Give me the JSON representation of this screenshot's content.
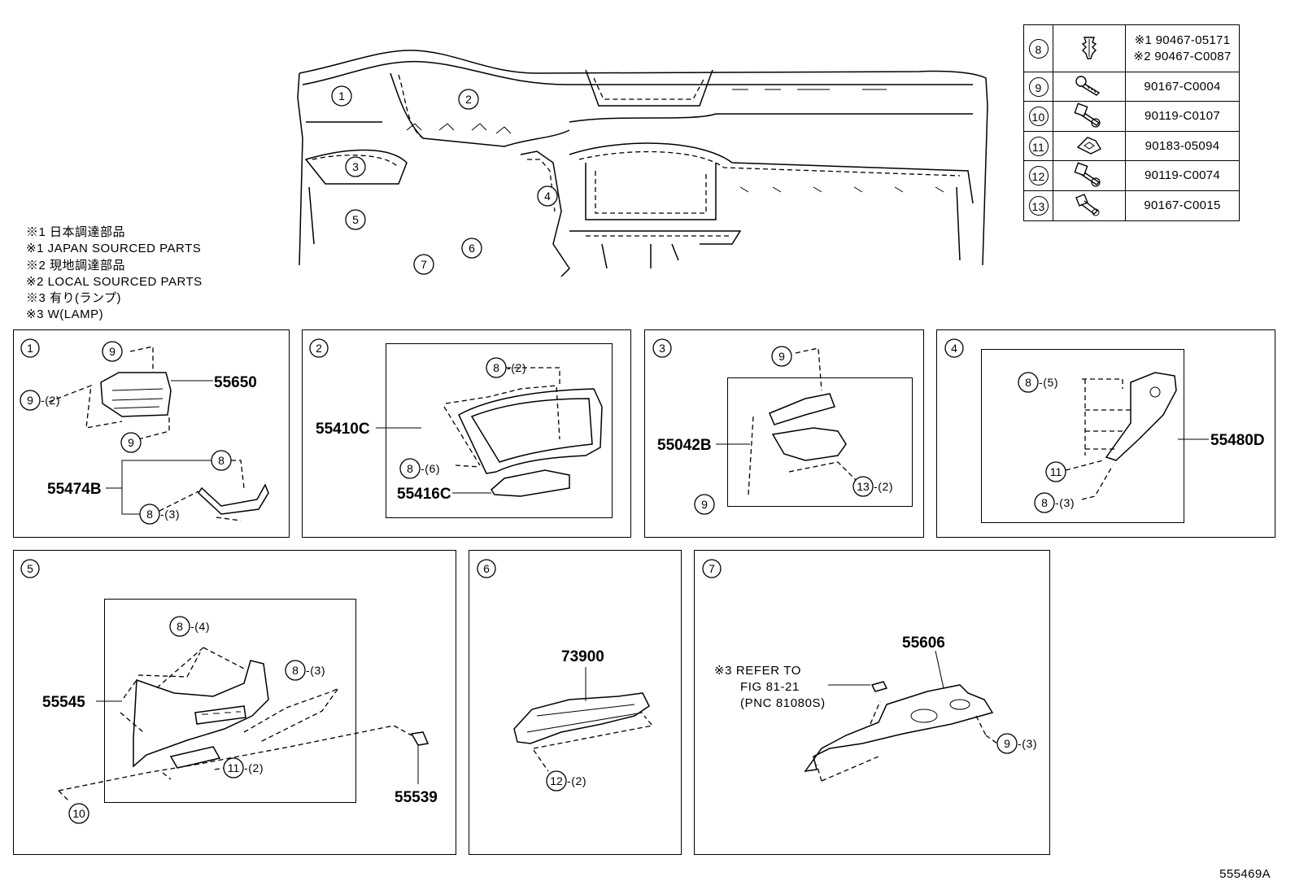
{
  "notes": [
    "※1 日本調達部品",
    "※1 JAPAN SOURCED PARTS",
    "※2 現地調達部品",
    "※2 LOCAL SOURCED PARTS",
    "※3 有り(ランプ)",
    "※3 W(LAMP)"
  ],
  "fastener_table": [
    {
      "ref": "8",
      "icon": "clip-icon",
      "lines": [
        "※1 90467-05171",
        "※2 90467-C0087"
      ]
    },
    {
      "ref": "9",
      "icon": "screw-icon",
      "lines": [
        "90167-C0004"
      ]
    },
    {
      "ref": "10",
      "icon": "bolt-icon",
      "lines": [
        "90119-C0107"
      ]
    },
    {
      "ref": "11",
      "icon": "nut-clip-icon",
      "lines": [
        "90183-05094"
      ]
    },
    {
      "ref": "12",
      "icon": "bolt-icon",
      "lines": [
        "90119-C0074"
      ]
    },
    {
      "ref": "13",
      "icon": "screw-icon",
      "lines": [
        "90167-C0015"
      ]
    }
  ],
  "overview_callouts": [
    "1",
    "2",
    "3",
    "4",
    "5",
    "6",
    "7"
  ],
  "panels": {
    "p1": {
      "id": "1",
      "parts": [
        "55650",
        "55474B"
      ],
      "callouts": [
        "9",
        "9",
        "9",
        "8",
        "8"
      ],
      "qty": [
        "-(2)",
        "-(3)"
      ]
    },
    "p2": {
      "id": "2",
      "parts": [
        "55410C",
        "55416C"
      ],
      "callouts": [
        "8",
        "8"
      ],
      "qty": [
        "-(2)",
        "-(6)"
      ]
    },
    "p3": {
      "id": "3",
      "parts": [
        "55042B"
      ],
      "callouts": [
        "9",
        "9",
        "13"
      ],
      "qty": [
        "-(2)"
      ]
    },
    "p4": {
      "id": "4",
      "parts": [
        "55480D"
      ],
      "callouts": [
        "8",
        "11",
        "8"
      ],
      "qty": [
        "-(5)",
        "-(3)"
      ]
    },
    "p5": {
      "id": "5",
      "parts": [
        "55545",
        "55539"
      ],
      "callouts": [
        "8",
        "8",
        "11",
        "10"
      ],
      "qty": [
        "-(4)",
        "-(3)",
        "-(2)"
      ]
    },
    "p6": {
      "id": "6",
      "parts": [
        "73900"
      ],
      "callouts": [
        "12"
      ],
      "qty": [
        "-(2)"
      ]
    },
    "p7": {
      "id": "7",
      "parts": [
        "55606"
      ],
      "callouts": [
        "9"
      ],
      "qty": [
        "-(3)"
      ],
      "refer": [
        "※3 REFER TO",
        "FIG 81-21",
        "(PNC 81080S)"
      ]
    }
  },
  "footer_code": "555469A"
}
